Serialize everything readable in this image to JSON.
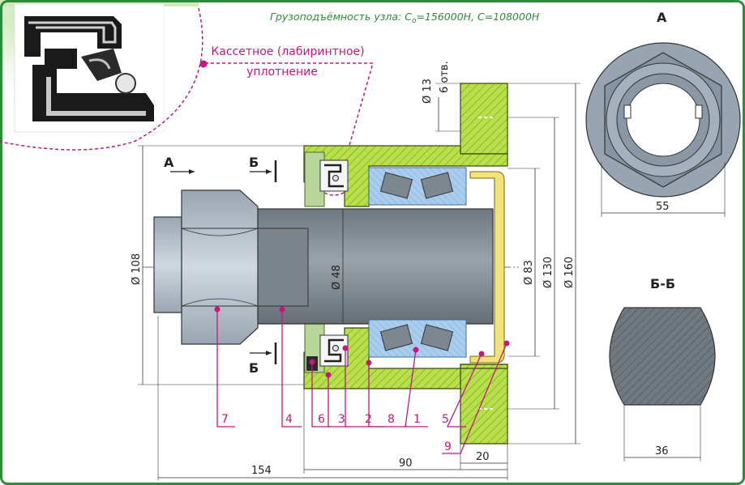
{
  "capacity": {
    "prefix": "Грузоподъёмность узла: C",
    "sub": "o",
    "mid": "=156000Н, C=108000Н"
  },
  "callout": {
    "line1": "Кассетное (лабиринтное)",
    "line2": "уплотнение"
  },
  "views": {
    "a": "А",
    "b": "Б",
    "a_title": "А",
    "bb_title": "Б-Б"
  },
  "dimensions": {
    "d13": "Ø 13",
    "holes": "6 отв.",
    "d108": "Ø 108",
    "d48": "Ø 48",
    "d83": "Ø 83",
    "d130": "Ø 130",
    "d160": "Ø 160",
    "l154": "154",
    "l90": "90",
    "l20": "20",
    "s55": "55",
    "s36": "36"
  },
  "parts": [
    "7",
    "4",
    "6",
    "3",
    "2",
    "8",
    "1",
    "5",
    "9"
  ],
  "colors": {
    "frame": "#2e8b3c",
    "green_band": "#cfe9b8",
    "housing": "#bfe34a",
    "sleeve": "#b9d69a",
    "bearing": "#a9cdee",
    "axle": "#8a929a",
    "nut": "#b9c4ce",
    "callout": "#c2187f",
    "cap": "#f2e27a"
  }
}
